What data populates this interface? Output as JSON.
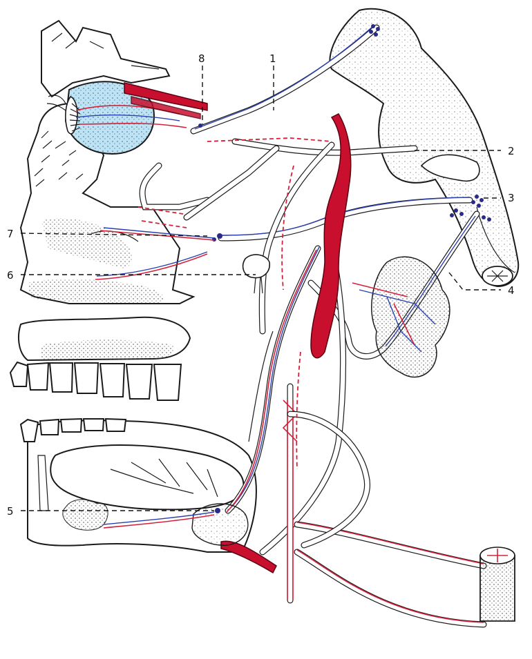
{
  "figure": {
    "labels": [
      {
        "id": "label-1",
        "text": "1"
      },
      {
        "id": "label-2",
        "text": "2"
      },
      {
        "id": "label-3",
        "text": "3"
      },
      {
        "id": "label-4",
        "text": "4"
      },
      {
        "id": "label-5",
        "text": "5"
      },
      {
        "id": "label-6",
        "text": "6"
      },
      {
        "id": "label-7",
        "text": "7"
      },
      {
        "id": "label-8",
        "text": "8"
      }
    ]
  },
  "colors": {
    "sympathetic": "#d6203a",
    "parasympathetic": "#2a3fb0",
    "vessel": "#c8102e",
    "eye_fill": "#bfe3f2",
    "outline": "#1a1a1a"
  }
}
